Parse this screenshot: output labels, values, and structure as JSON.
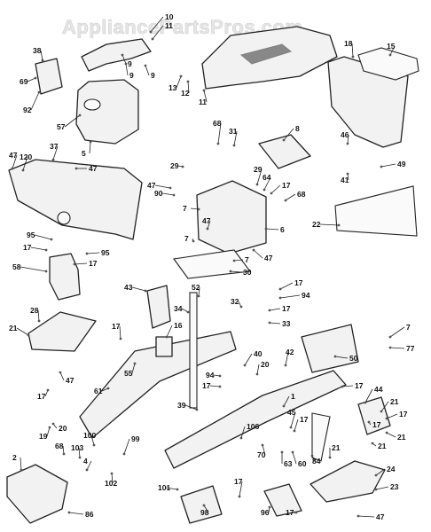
{
  "watermark": "AppliancePartsPros.com",
  "callouts": [
    {
      "id": "c0",
      "text": "10"
    },
    {
      "id": "c1",
      "text": "11"
    },
    {
      "id": "c2",
      "text": "9"
    },
    {
      "id": "c3",
      "text": "9"
    },
    {
      "id": "c4",
      "text": "9"
    },
    {
      "id": "c5",
      "text": "38"
    },
    {
      "id": "c6",
      "text": "69"
    },
    {
      "id": "c7",
      "text": "92"
    },
    {
      "id": "c8",
      "text": "57"
    },
    {
      "id": "c9",
      "text": "5"
    },
    {
      "id": "c10",
      "text": "13"
    },
    {
      "id": "c11",
      "text": "12"
    },
    {
      "id": "c12",
      "text": "11"
    },
    {
      "id": "c13",
      "text": "18"
    },
    {
      "id": "c14",
      "text": "15"
    },
    {
      "id": "c15",
      "text": "37"
    },
    {
      "id": "c16",
      "text": "47"
    },
    {
      "id": "c17",
      "text": "120"
    },
    {
      "id": "c18",
      "text": "47"
    },
    {
      "id": "c19",
      "text": "68"
    },
    {
      "id": "c20",
      "text": "31"
    },
    {
      "id": "c21",
      "text": "8"
    },
    {
      "id": "c22",
      "text": "29"
    },
    {
      "id": "c23",
      "text": "29"
    },
    {
      "id": "c24",
      "text": "64"
    },
    {
      "id": "c25",
      "text": "17"
    },
    {
      "id": "c26",
      "text": "68"
    },
    {
      "id": "c27",
      "text": "47"
    },
    {
      "id": "c28",
      "text": "90"
    },
    {
      "id": "c29",
      "text": "7"
    },
    {
      "id": "c30",
      "text": "6"
    },
    {
      "id": "c31",
      "text": "47"
    },
    {
      "id": "c32",
      "text": "47"
    },
    {
      "id": "c33",
      "text": "7"
    },
    {
      "id": "c34",
      "text": "7"
    },
    {
      "id": "c35",
      "text": "30"
    },
    {
      "id": "c36",
      "text": "46"
    },
    {
      "id": "c37",
      "text": "41"
    },
    {
      "id": "c38",
      "text": "49"
    },
    {
      "id": "c39",
      "text": "22"
    },
    {
      "id": "c40",
      "text": "95"
    },
    {
      "id": "c41",
      "text": "17"
    },
    {
      "id": "c42",
      "text": "95"
    },
    {
      "id": "c43",
      "text": "17"
    },
    {
      "id": "c44",
      "text": "58"
    },
    {
      "id": "c45",
      "text": "43"
    },
    {
      "id": "c46",
      "text": "52"
    },
    {
      "id": "c47",
      "text": "34"
    },
    {
      "id": "c48",
      "text": "32"
    },
    {
      "id": "c49",
      "text": "17"
    },
    {
      "id": "c50",
      "text": "94"
    },
    {
      "id": "c51",
      "text": "17"
    },
    {
      "id": "c52",
      "text": "33"
    },
    {
      "id": "c53",
      "text": "7"
    },
    {
      "id": "c54",
      "text": "77"
    },
    {
      "id": "c55",
      "text": "28"
    },
    {
      "id": "c56",
      "text": "21"
    },
    {
      "id": "c57",
      "text": "47"
    },
    {
      "id": "c58",
      "text": "17"
    },
    {
      "id": "c59",
      "text": "55"
    },
    {
      "id": "c60",
      "text": "16"
    },
    {
      "id": "c61",
      "text": "40"
    },
    {
      "id": "c62",
      "text": "20"
    },
    {
      "id": "c63",
      "text": "42"
    },
    {
      "id": "c64",
      "text": "50"
    },
    {
      "id": "c65",
      "text": "61"
    },
    {
      "id": "c66",
      "text": "94"
    },
    {
      "id": "c67",
      "text": "17"
    },
    {
      "id": "c68",
      "text": "17"
    },
    {
      "id": "c69",
      "text": "44"
    },
    {
      "id": "c70",
      "text": "21"
    },
    {
      "id": "c71",
      "text": "17"
    },
    {
      "id": "c72",
      "text": "17"
    },
    {
      "id": "c73",
      "text": "20"
    },
    {
      "id": "c74",
      "text": "39"
    },
    {
      "id": "c75",
      "text": "1"
    },
    {
      "id": "c76",
      "text": "45"
    },
    {
      "id": "c77",
      "text": "17"
    },
    {
      "id": "c78",
      "text": "17"
    },
    {
      "id": "c79",
      "text": "21"
    },
    {
      "id": "c80",
      "text": "19"
    },
    {
      "id": "c81",
      "text": "100"
    },
    {
      "id": "c82",
      "text": "99"
    },
    {
      "id": "c83",
      "text": "106"
    },
    {
      "id": "c84",
      "text": "70"
    },
    {
      "id": "c85",
      "text": "63"
    },
    {
      "id": "c86",
      "text": "60"
    },
    {
      "id": "c87",
      "text": "84"
    },
    {
      "id": "c88",
      "text": "21"
    },
    {
      "id": "c89",
      "text": "21"
    },
    {
      "id": "c90",
      "text": "2"
    },
    {
      "id": "c91",
      "text": "68"
    },
    {
      "id": "c92",
      "text": "103"
    },
    {
      "id": "c93",
      "text": "4"
    },
    {
      "id": "c94",
      "text": "102"
    },
    {
      "id": "c95",
      "text": "24"
    },
    {
      "id": "c96",
      "text": "23"
    },
    {
      "id": "c97",
      "text": "101"
    },
    {
      "id": "c98",
      "text": "17"
    },
    {
      "id": "c99",
      "text": "86"
    },
    {
      "id": "c100",
      "text": "98"
    },
    {
      "id": "c101",
      "text": "96"
    },
    {
      "id": "c102",
      "text": "17"
    },
    {
      "id": "c103",
      "text": "47"
    }
  ]
}
